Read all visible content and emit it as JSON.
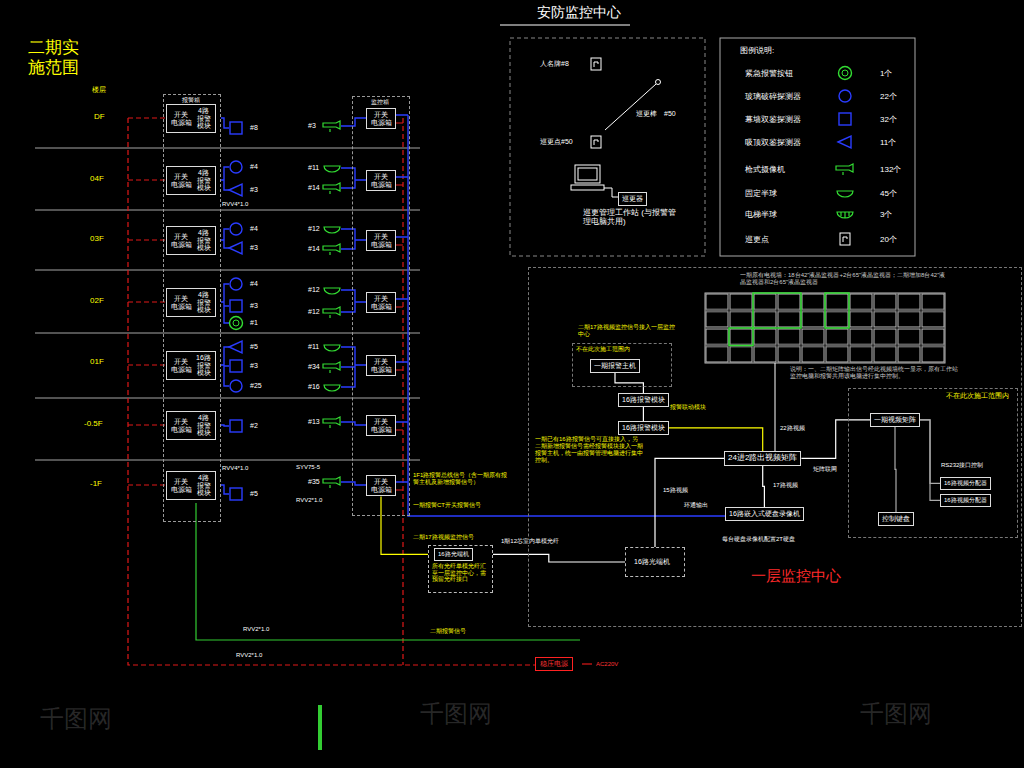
{
  "diagram": {
    "title": "安防监控中心",
    "nodes": [
      {
        "text": [
          "报警箱"
        ]
      },
      {
        "text": [
          "开关 电源箱",
          "4路 报警 模块"
        ],
        "in": 0
      },
      {
        "text": [
          "开关 电源箱",
          "4路 报警 模块"
        ],
        "in": 0
      },
      {
        "text": [
          "开关 电源箱",
          "4路 报警 模块"
        ],
        "in": 0
      },
      {
        "text": [
          "开关 电源箱",
          "4路 报警 模块"
        ],
        "in": 0
      },
      {
        "text": [
          "开关 电源箱",
          "16路 报警 模块"
        ],
        "in": 0
      },
      {
        "text": [
          "开关 电源箱",
          "4路 报警 模块"
        ],
        "in": 0
      },
      {
        "text": [
          "开关 电源箱",
          "4路 报警 模块"
        ],
        "in": 0
      },
      {
        "text": [
          "监控箱"
        ]
      },
      {
        "text": [
          "开关 电源箱"
        ],
        "in": 8
      },
      {
        "text": [
          "开关 电源箱"
        ],
        "in": 8
      },
      {
        "text": [
          "开关 电源箱"
        ],
        "in": 8
      },
      {
        "text": [
          "开关 电源箱"
        ],
        "in": 8
      },
      {
        "text": [
          "开关 电源箱"
        ],
        "in": 8
      },
      {
        "text": [
          "开关 电源箱"
        ],
        "in": 8
      },
      {
        "text": [
          "开关 电源箱"
        ],
        "in": 8
      },
      {
        "text": [
          "巡更器"
        ]
      },
      {
        "text": [
          "一层监控中心"
        ]
      },
      {
        "text": [
          "不在此次施工范围内"
        ],
        "in": 17
      },
      {
        "text": [
          "一期报警主机"
        ],
        "in": 18
      },
      {
        "text": [
          "16路报警模块"
        ],
        "in": 17
      },
      {
        "text": [
          "16路报警模块"
        ],
        "in": 17
      },
      {
        "text": [
          "24进2路出视频矩阵"
        ],
        "in": 17
      },
      {
        "text": [
          "16路嵌入式硬盘录像机"
        ],
        "in": 17
      },
      {
        "text": [
          "不在此次施工范围内"
        ],
        "in": 17
      },
      {
        "text": [
          "一期视频矩阵"
        ],
        "in": 24
      },
      {
        "text": [
          "控制键盘"
        ],
        "in": 24
      },
      {
        "text": [
          "16路视频分配器"
        ],
        "in": 24
      },
      {
        "text": [
          "16路视频分配器"
        ],
        "in": 24
      },
      {
        "text": [
          "16路光端机"
        ],
        "in": 17
      },
      {
        "text": [
          "所有光纤单模光纤汇至一层监控中心，需预留光纤接口"
        ]
      },
      {
        "text": [
          "16路光端机"
        ],
        "in": 30
      },
      {
        "text": [
          "稳压电源"
        ]
      }
    ],
    "edges": [
      {
        "from": 15,
        "to": 31,
        "arrow": "none",
        "label": "二期17路视频监控信号"
      },
      {
        "from": 31,
        "to": 29,
        "arrow": "none",
        "label": "1期12芯室内单模光纤"
      },
      {
        "from": 29,
        "to": 22,
        "arrow": "none",
        "label": "15路视频"
      },
      {
        "from": 22,
        "to": 23,
        "arrow": "none",
        "label": "17路视频"
      },
      {
        "from": 22,
        "to": 25,
        "arrow": "none",
        "label": "矩阵联网"
      },
      {
        "from": 26,
        "to": 25,
        "arrow": "none"
      },
      {
        "from": 25,
        "to": 27,
        "arrow": "none",
        "label": "RS232接口控制"
      },
      {
        "from": 25,
        "to": 28,
        "arrow": "none"
      },
      {
        "from": 19,
        "to": 20,
        "arrow": "none"
      },
      {
        "from": 20,
        "to": 21,
        "arrow": "none"
      },
      {
        "from": 21,
        "to": 22,
        "arrow": "none"
      }
    ],
    "labels": [
      "二期实 施范围",
      "楼层",
      "DF",
      "04F",
      "03F",
      "02F",
      "01F",
      "-0.5F",
      "-1F",
      "#8",
      "#4",
      "#3",
      "#4",
      "#3",
      "#4",
      "#3",
      "#1",
      "#5",
      "#3",
      "#25",
      "#2",
      "#5",
      "#3",
      "#11",
      "#14",
      "#12",
      "#14",
      "#12",
      "#12",
      "#11",
      "#34",
      "#16",
      "#13",
      "#35",
      "RVV4*1.0",
      "RVV4*1.0",
      "SYV75-5",
      "RVV2*1.0",
      "1F1路报警总线信号（含一期原有报警主机及新增报警信号）",
      "一期报警CT开关报警信号",
      "RVV2*1.0",
      "二期报警信号",
      "RVV2*1.0",
      "AC220V",
      "人名牌#8",
      "巡更棒",
      "#50",
      "巡更点#50",
      "巡更管理工作站 (与报警管理电脑共用)",
      "图例说明:",
      "1个",
      "22个",
      "32个",
      "11个",
      "132个",
      "45个",
      "3个",
      "20个",
      "一期原有电视墙：18台42\"液晶监视器+2台65\"液晶监视器；二期增加8台42\"液晶监视器和2台65\"液晶监视器",
      "说明：一、二期矩阵输出信号经此视频墙统一显示，原有工作站监控电脑和报警共用该电脑进行集中控制。",
      "二期17路视频监控信号接入一层监控中心",
      "一期已有16路报警信号可直接接入，另二期新增报警信号需经报警模块接入一期报警主机，统一由报警管理电脑进行集中控制。",
      "报警联动模块",
      "22路视频",
      "环通输出",
      "每台硬盘录像机配置2T硬盘",
      "千图网",
      "千图网",
      "千图网"
    ],
    "legend": [
      {
        "text": "紧急报警按钮"
      },
      {
        "text": "玻璃破碎探测器"
      },
      {
        "text": "幕墙双鉴探测器"
      },
      {
        "text": "吸顶双鉴探测器"
      },
      {
        "text": "枪式摄像机"
      },
      {
        "text": "固定半球"
      },
      {
        "text": "电梯半球"
      },
      {
        "text": "巡更点"
      }
    ]
  }
}
